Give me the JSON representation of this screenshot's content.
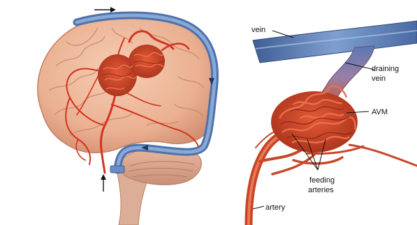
{
  "labels": {
    "vein": "vein",
    "draining_vein_line1": "draining",
    "draining_vein_line2": "vein",
    "avm": "AVM",
    "feeding_arteries_line1": "feeding",
    "feeding_arteries_line2": "arteries",
    "artery": "artery"
  },
  "colors": {
    "brain": "#efb99a",
    "brain_dark": "#d99378",
    "vein_blue": "#6f93c4",
    "vein_dark": "#405f97",
    "artery_red": "#d6321f",
    "avm_red": "#c7472a",
    "stem": "#dbb09a"
  },
  "icons": [
    "flow-arrow-icon"
  ]
}
